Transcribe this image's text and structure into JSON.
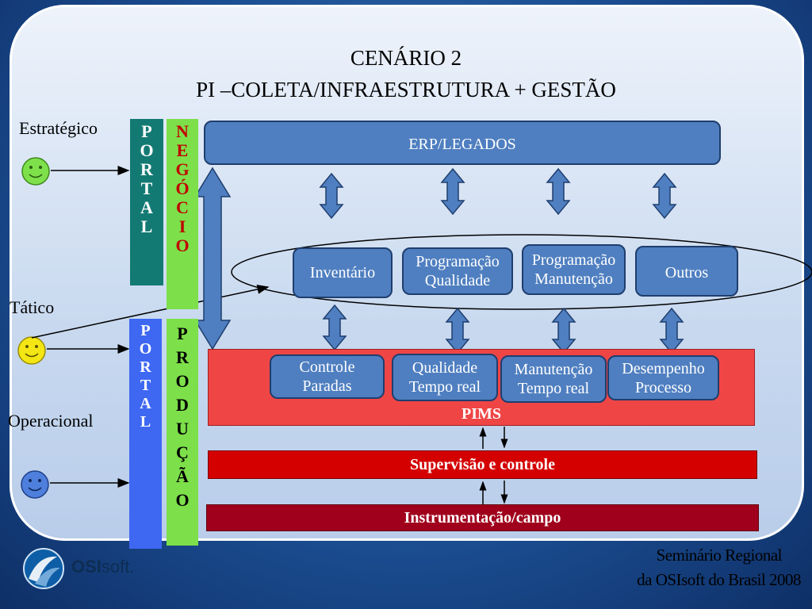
{
  "title": {
    "line1": "CENÁRIO  2",
    "line2": "PI –COLETA/INFRAESTRUTURA + GESTÃO"
  },
  "levels": {
    "strategic": "Estratégico",
    "tactical": "Tático",
    "operational": "Operacional"
  },
  "portal_top": [
    "P",
    "O",
    "R",
    "T",
    "A",
    "L"
  ],
  "negocio": [
    "N",
    "E",
    "G",
    "Ó",
    "C",
    "I",
    "O"
  ],
  "portal_bottom": [
    "P",
    "O",
    "R",
    "T",
    "A",
    "L"
  ],
  "producao": [
    "P",
    "R",
    "O",
    "D",
    "U",
    "Ç",
    "Ã",
    "O"
  ],
  "erp": "ERP/LEGADOS",
  "mid_boxes": {
    "inventario": "Inventário",
    "prog_qual": [
      "Programação",
      "Qualidade"
    ],
    "prog_man": [
      "Programação",
      "Manutenção"
    ],
    "outros": "Outros"
  },
  "pims_boxes": {
    "controle": [
      "Controle",
      "Paradas"
    ],
    "qualidade": [
      "Qualidade",
      "Tempo real"
    ],
    "manutencao": [
      "Manutenção",
      "Tempo real"
    ],
    "desempenho": [
      "Desempenho",
      "Processo"
    ]
  },
  "pims_label": "PIMS",
  "supervisao": "Supervisão e controle",
  "instrumentacao": "Instrumentação/campo",
  "footer": {
    "line1": "Seminário Regional",
    "line2": "da OSIsoft do Brasil 2008"
  },
  "logo": {
    "bold": "OSI",
    "light": "soft",
    "dot": "."
  },
  "colors": {
    "portal_top": "#137a73",
    "negocio": "#7ddf4a",
    "portal_bottom": "#3e67f2",
    "producao": "#7ddf4a",
    "box_blue": "#4f7fc0",
    "pims": "#f04545",
    "supervisao": "#d40000",
    "instrumentacao": "#a0001c"
  }
}
